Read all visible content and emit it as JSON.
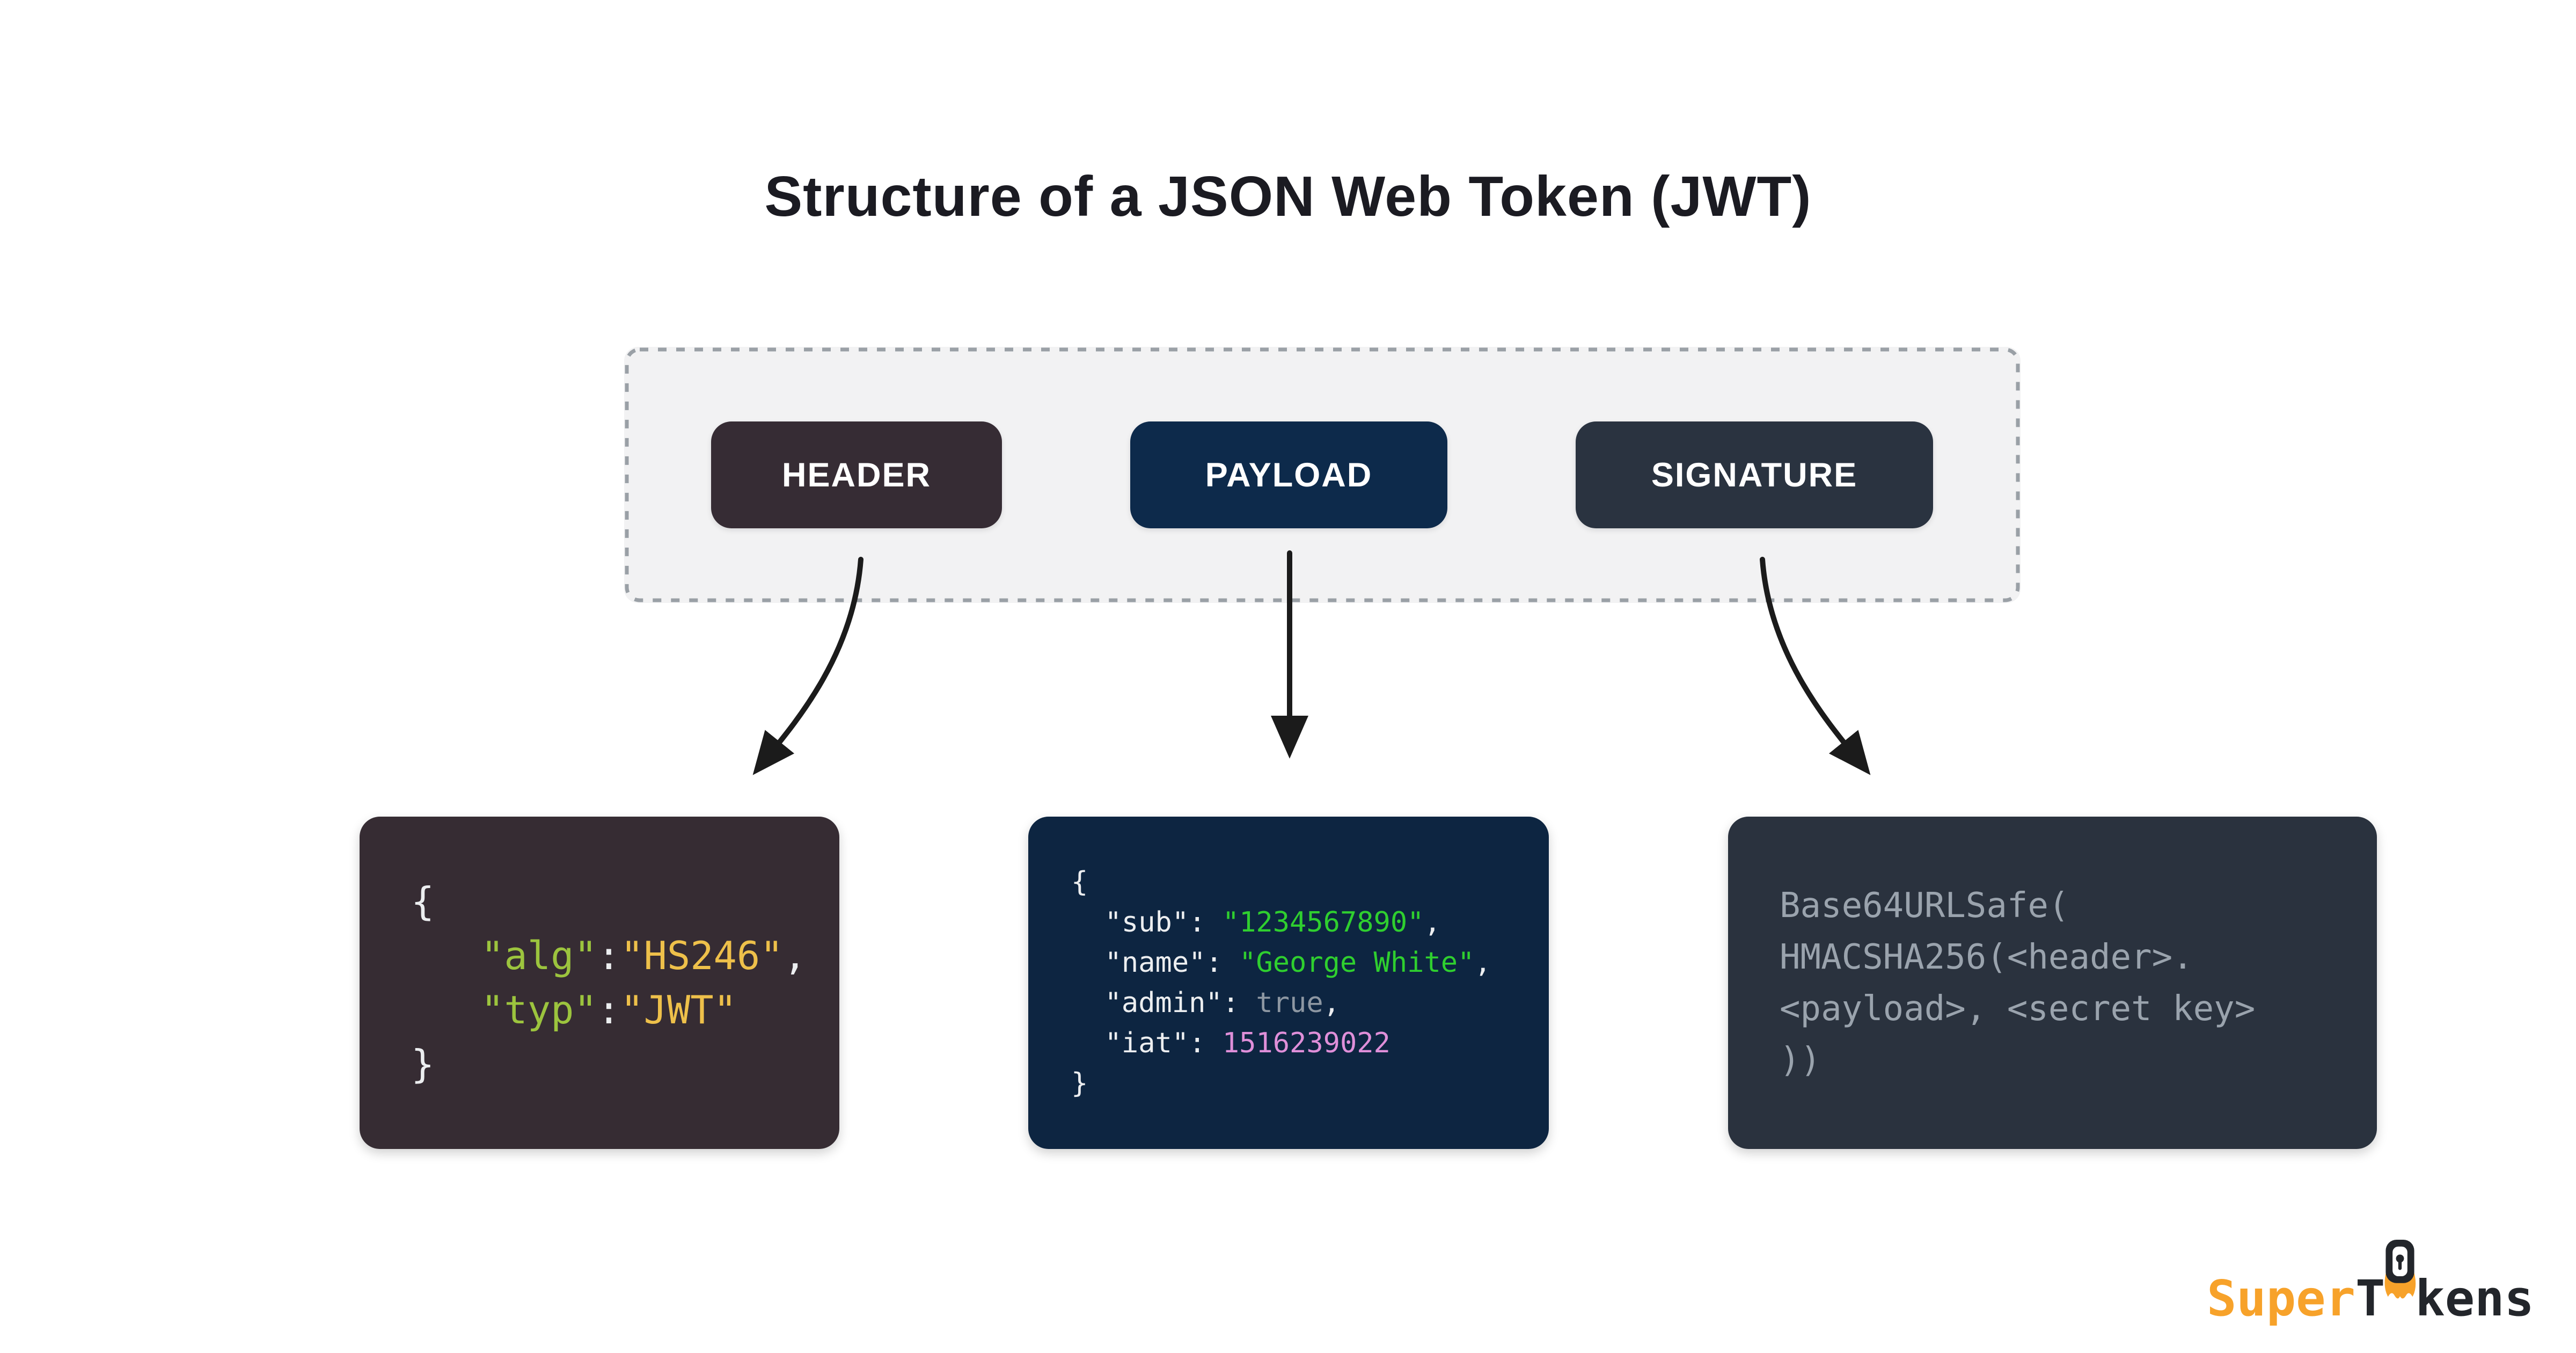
{
  "title": "Structure of a JSON Web Token (JWT)",
  "palette": {
    "background": "#ffffff",
    "title_text": "#1b1b22",
    "container_fill": "#f2f2f3",
    "container_dash": "#9aa0a6",
    "header_box": "#362c33",
    "payload_box": "#0d2541",
    "signature_box": "#2a323e",
    "arrow": "#1b1b1b",
    "code_white": "#eceef0",
    "code_lime": "#9cc43e",
    "code_gold": "#eec04a",
    "code_green": "#2fcf2f",
    "code_gray": "#8d97a2",
    "code_pink": "#df8fd9",
    "code_signature_gray": "#9aa3ad",
    "logo_orange": "#f7a22a",
    "logo_dark": "#23262b"
  },
  "chips": [
    {
      "label": "HEADER"
    },
    {
      "label": "PAYLOAD"
    },
    {
      "label": "SIGNATURE"
    }
  ],
  "code_boxes": {
    "header": {
      "lines": [
        [
          {
            "t": "{",
            "c": "white"
          }
        ],
        [
          {
            "t": "   ",
            "c": "white"
          },
          {
            "t": "\"alg\"",
            "c": "lime"
          },
          {
            "t": ":",
            "c": "white"
          },
          {
            "t": "\"HS246\"",
            "c": "gold"
          },
          {
            "t": ",",
            "c": "white"
          }
        ],
        [
          {
            "t": "   ",
            "c": "white"
          },
          {
            "t": "\"typ\"",
            "c": "lime"
          },
          {
            "t": ":",
            "c": "white"
          },
          {
            "t": "\"JWT\"",
            "c": "gold"
          }
        ],
        [
          {
            "t": "}",
            "c": "white"
          }
        ]
      ]
    },
    "payload": {
      "lines": [
        [
          {
            "t": "{",
            "c": "white"
          }
        ],
        [
          {
            "t": "  ",
            "c": "white"
          },
          {
            "t": "\"sub\"",
            "c": "white"
          },
          {
            "t": ": ",
            "c": "white"
          },
          {
            "t": "\"1234567890\"",
            "c": "green"
          },
          {
            "t": ",",
            "c": "white"
          }
        ],
        [
          {
            "t": "  ",
            "c": "white"
          },
          {
            "t": "\"name\"",
            "c": "white"
          },
          {
            "t": ": ",
            "c": "white"
          },
          {
            "t": "\"George White\"",
            "c": "green"
          },
          {
            "t": ",",
            "c": "white"
          }
        ],
        [
          {
            "t": "  ",
            "c": "white"
          },
          {
            "t": "\"admin\"",
            "c": "white"
          },
          {
            "t": ": ",
            "c": "white"
          },
          {
            "t": "true",
            "c": "gray"
          },
          {
            "t": ",",
            "c": "white"
          }
        ],
        [
          {
            "t": "  ",
            "c": "white"
          },
          {
            "t": "\"iat\"",
            "c": "white"
          },
          {
            "t": ": ",
            "c": "white"
          },
          {
            "t": "1516239022",
            "c": "pink"
          }
        ],
        [
          {
            "t": "}",
            "c": "white"
          }
        ]
      ]
    },
    "signature": {
      "lines": [
        [
          {
            "t": "Base64URLSafe(",
            "c": "sig"
          }
        ],
        [
          {
            "t": "HMACSHA256(<header>.",
            "c": "sig"
          }
        ],
        [
          {
            "t": "<payload>, <secret key>",
            "c": "sig"
          }
        ],
        [
          {
            "t": "))",
            "c": "sig"
          }
        ]
      ]
    }
  },
  "logo": {
    "super": "Super",
    "t": "T",
    "kens": "kens"
  }
}
